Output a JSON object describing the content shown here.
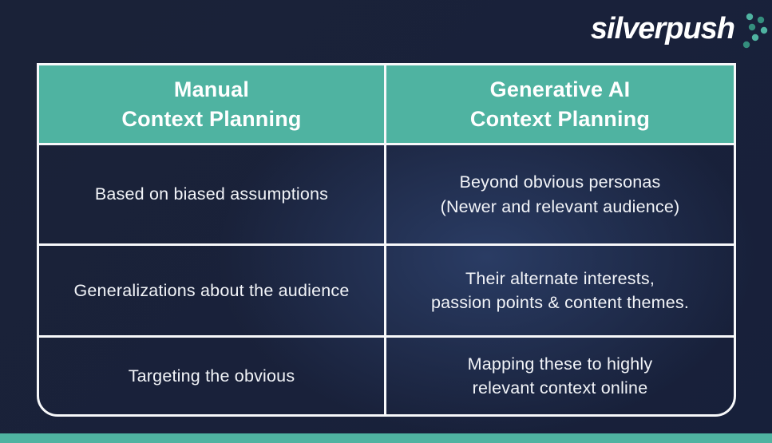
{
  "logo": {
    "text": "silverpush",
    "dots_icon": "dot-arrow-icon"
  },
  "table": {
    "headers": [
      {
        "text": "Manual\nContext Planning"
      },
      {
        "text": "Generative AI\nContext Planning"
      }
    ],
    "rows": [
      {
        "left": "Based on biased assumptions",
        "right": "Beyond obvious personas\n(Newer and relevant audience)"
      },
      {
        "left": "Generalizations about the audience",
        "right": "Their alternate interests,\npassion points & content themes."
      },
      {
        "left": "Targeting the obvious",
        "right": "Mapping these to highly\nrelevant context online"
      }
    ]
  },
  "colors": {
    "teal": "#4FB3A1",
    "teal-dark": "#348E7D",
    "navy": "#1A2238",
    "glow": "#2A3C64",
    "border-white": "#F7F8FA",
    "text-white": "#F2F4F8"
  }
}
